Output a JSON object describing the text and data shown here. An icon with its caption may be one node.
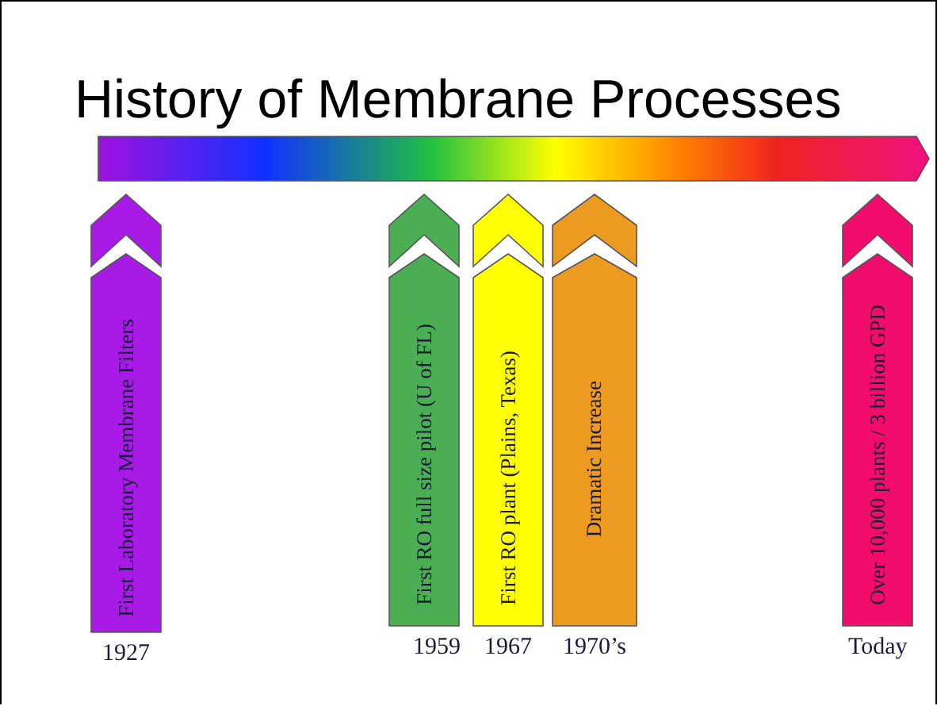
{
  "diagram": {
    "title": "History of Membrane Processes",
    "nodes": [
      {
        "text": [
          "First Laboratory Membrane Filters"
        ],
        "beside": [
          "1927"
        ]
      },
      {
        "text": [
          "First RO full size pilot (U of FL)"
        ],
        "beside": [
          "1959"
        ]
      },
      {
        "text": [
          "First RO plant (Plains, Texas)"
        ],
        "beside": [
          "1967"
        ]
      },
      {
        "text": [
          "Dramatic Increase"
        ],
        "beside": [
          "1970’s"
        ]
      },
      {
        "text": [
          "Over 10,000 plants / 3 billion GPD"
        ],
        "beside": [
          "Today"
        ]
      }
    ]
  }
}
